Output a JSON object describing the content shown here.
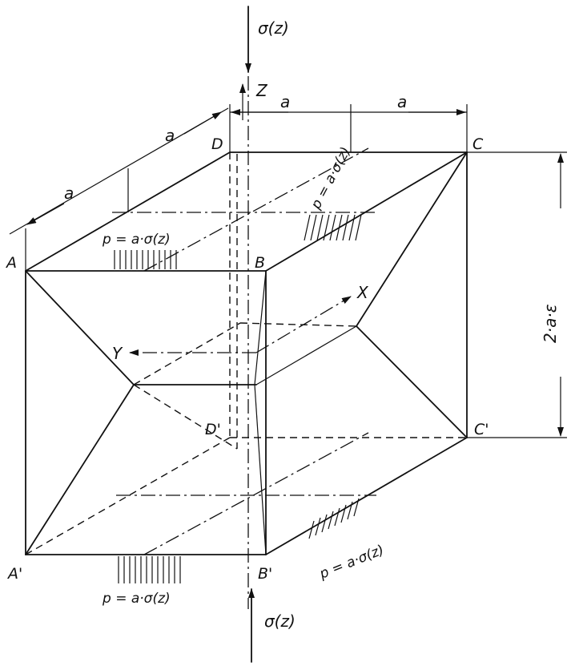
{
  "points": {
    "A": "A",
    "B": "B",
    "C": "C",
    "D": "D",
    "A_prime": "A'",
    "B_prime": "B'",
    "C_prime": "C'",
    "D_prime": "D'"
  },
  "axes": {
    "x": "X",
    "y": "Y",
    "z": "Z"
  },
  "dimensions": {
    "top_left": "a",
    "top_right": "a",
    "left_upper": "a",
    "left_lower": "a",
    "height": "2·a·ε"
  },
  "loads": {
    "top_back": "p = a·σ(z)",
    "top_front": "p = a·σ(z)",
    "bottom_right": "p = a·σ(z)",
    "bottom_front": "p = a·σ(z)"
  },
  "stress": {
    "top": "σ(z)",
    "bottom": "σ(z)"
  }
}
